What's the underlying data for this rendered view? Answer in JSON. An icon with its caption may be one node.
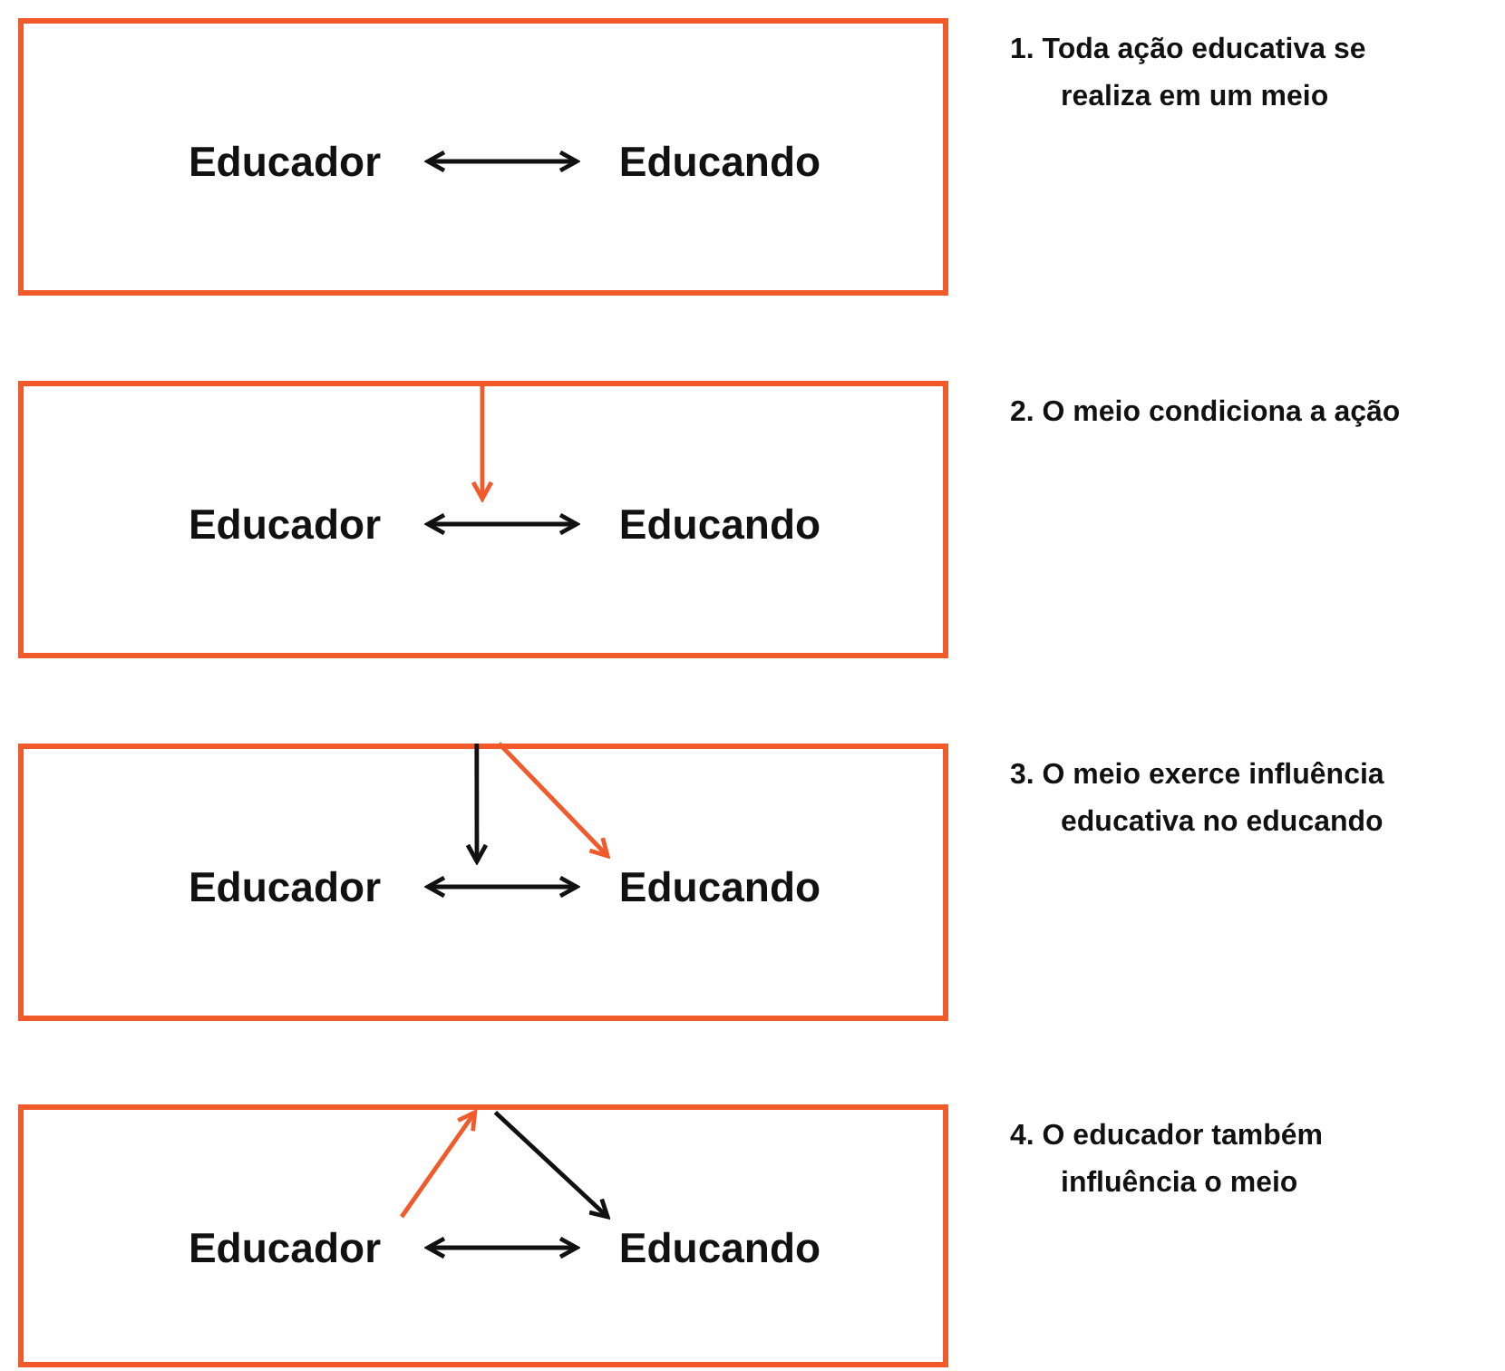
{
  "diagram": {
    "nodes": [
      {
        "text": [],
        "shape": "box",
        "beside": [
          "1. Toda ação educativa se realiza em um meio"
        ]
      },
      {
        "text": [
          "Educador"
        ],
        "in": 0
      },
      {
        "text": [
          "Educando"
        ],
        "in": 0
      },
      {
        "text": [],
        "shape": "box",
        "beside": [
          "2. O meio condiciona a ação"
        ]
      },
      {
        "text": [
          "Educador"
        ],
        "in": 3
      },
      {
        "text": [
          "Educando"
        ],
        "in": 3
      },
      {
        "text": [],
        "shape": "box",
        "beside": [
          "3. O meio exerce influência educativa no educando"
        ]
      },
      {
        "text": [
          "Educador"
        ],
        "in": 6
      },
      {
        "text": [
          "Educando"
        ],
        "in": 6
      },
      {
        "text": [],
        "shape": "box",
        "beside": [
          "4. O educador também influência o meio"
        ]
      },
      {
        "text": [
          "Educador"
        ],
        "in": 9
      },
      {
        "text": [
          "Educando"
        ],
        "in": 9
      }
    ],
    "edges": [
      {
        "from": 1,
        "to": 2,
        "arrow": "both"
      },
      {
        "from": 3,
        "to": null,
        "arrow": "to",
        "color": "#f15a2b"
      },
      {
        "from": 4,
        "to": 5,
        "arrow": "both"
      },
      {
        "from": 6,
        "to": null,
        "arrow": "to"
      },
      {
        "from": 6,
        "to": 8,
        "arrow": "to",
        "color": "#f15a2b"
      },
      {
        "from": 7,
        "to": 8,
        "arrow": "both"
      },
      {
        "from": 10,
        "to": 9,
        "arrow": "to",
        "color": "#f15a2b"
      },
      {
        "from": 9,
        "to": 11,
        "arrow": "to"
      },
      {
        "from": 10,
        "to": 11,
        "arrow": "both"
      }
    ]
  }
}
